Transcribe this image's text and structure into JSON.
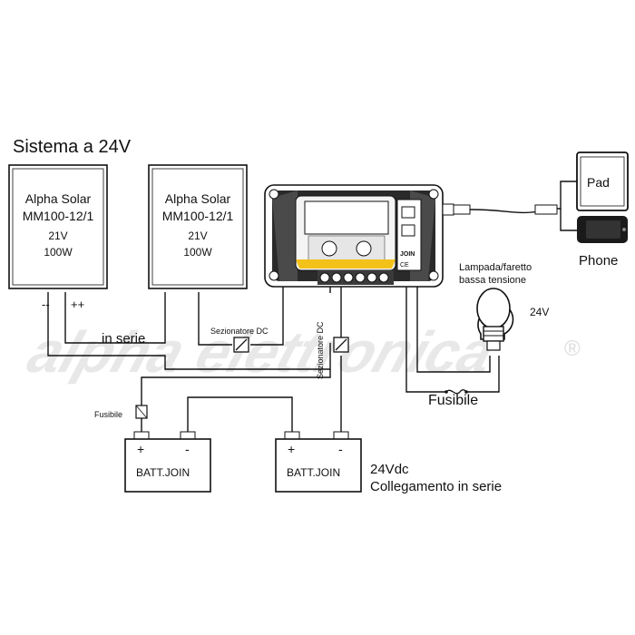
{
  "title": "Sistema a 24V",
  "panels": [
    {
      "line1": "Alpha Solar",
      "line2": "MM100-12/1",
      "voltage": "21V",
      "power": "100W"
    },
    {
      "line1": "Alpha Solar",
      "line2": "MM100-12/1",
      "voltage": "21V",
      "power": "100W"
    }
  ],
  "panel_terminals": {
    "neg": "--",
    "pos": "++"
  },
  "series_label": "in serie",
  "disconnect_label_1": "Sezionatore DC",
  "disconnect_label_2": "Sezionatore DC",
  "fuse_label_small": "Fusibile",
  "fuse_label_load": "Fusibile",
  "battery_label": "BATT.JOIN",
  "battery_pos": "+",
  "battery_neg": "-",
  "battery_note_1": "24Vdc",
  "battery_note_2": "Collegamento in serie",
  "lamp_label_1": "Lampada/faretto",
  "lamp_label_2": "bassa tensione",
  "lamp_voltage": "24V",
  "pad_label": "Pad",
  "phone_label": "Phone",
  "controller_brand": "JOIN",
  "controller_ce": "CE",
  "watermark": "alpha elettronica",
  "registered_mark": "®",
  "colors": {
    "line": "#111111",
    "controller_yellow": "#f2c21b",
    "watermark": "#e6e6e6"
  }
}
